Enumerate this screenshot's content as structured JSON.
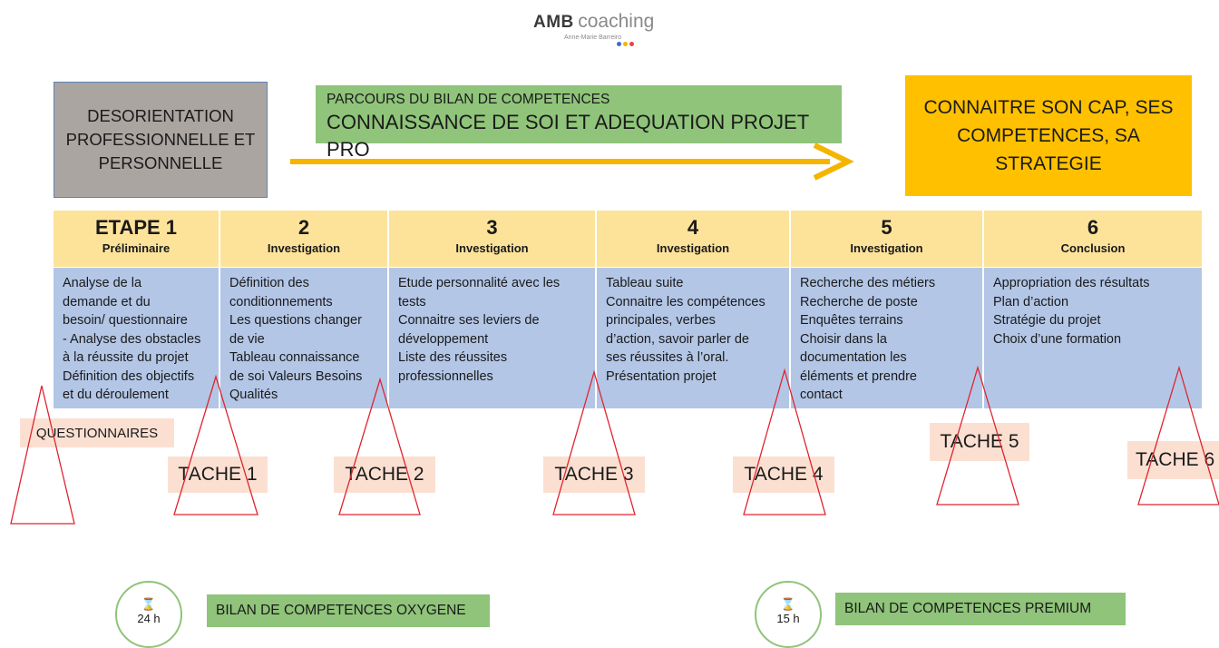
{
  "logo": {
    "brand": "AMB",
    "word": "coaching",
    "owner": "Anne-Marie Barreiro"
  },
  "start": {
    "text": "DESORIENTATION PROFESSIONNELLE ET PERSONNELLE"
  },
  "path": {
    "line1": "PARCOURS DU BILAN DE COMPETENCES",
    "line2": "CONNAISSANCE DE SOI ET ADEQUATION PROJET PRO"
  },
  "goal": {
    "text": "CONNAITRE SON CAP, SES COMPETENCES, SA STRATEGIE"
  },
  "stages": [
    {
      "number": "ETAPE 1",
      "name": "Préliminaire",
      "lines": [
        "Analyse de la",
        "demande et du",
        "besoin/ questionnaire",
        "- Analyse des obstacles",
        "à la réussite du projet",
        "Définition des objectifs",
        "et du déroulement"
      ]
    },
    {
      "number": "2",
      "name": "Investigation",
      "lines": [
        "Définition des",
        "conditionnements",
        "Les questions changer",
        "de vie",
        "Tableau connaissance",
        "de soi Valeurs Besoins",
        "Qualités"
      ]
    },
    {
      "number": "3",
      "name": "Investigation",
      "lines": [
        "Etude personnalité avec les",
        "tests",
        "Connaitre ses leviers de",
        "développement",
        "Liste des réussites",
        "professionnelles"
      ]
    },
    {
      "number": "4",
      "name": "Investigation",
      "lines": [
        "Tableau suite",
        "Connaitre les compétences",
        "principales, verbes",
        "d’action, savoir parler de",
        "ses réussites à l’oral.",
        "Présentation projet"
      ]
    },
    {
      "number": "5",
      "name": "Investigation",
      "lines": [
        "Recherche des métiers",
        "Recherche de poste",
        "Enquêtes terrains",
        "Choisir dans la",
        "documentation les",
        "éléments et prendre",
        "contact"
      ]
    },
    {
      "number": "6",
      "name": "Conclusion",
      "lines": [
        "Appropriation des résultats",
        "Plan d’action",
        "Stratégie du projet",
        "Choix d’une formation"
      ]
    }
  ],
  "tasks": {
    "questionnaires": "QUESTIONNAIRES",
    "t1": "TACHE 1",
    "t2": "TACHE 2",
    "t3": "TACHE 3",
    "t4": "TACHE 4",
    "t5": "TACHE 5",
    "t6": "TACHE 6"
  },
  "formulas": [
    {
      "hours": "24 h",
      "name": "BILAN DE COMPETENCES OXYGENE"
    },
    {
      "hours": "15 h",
      "name": "BILAN DE COMPETENCES PREMIUM"
    }
  ],
  "icons": {
    "clock": "hourglass-icon",
    "arrow": "arrow-right-icon"
  },
  "colors": {
    "gray_box": "#aba5a2",
    "green": "#8fc47a",
    "gold": "#ffc000",
    "stage_header": "#fde39a",
    "stage_body": "#b3c6e6",
    "task_bg": "#fbe0d2",
    "triangle": "#e0242f"
  }
}
